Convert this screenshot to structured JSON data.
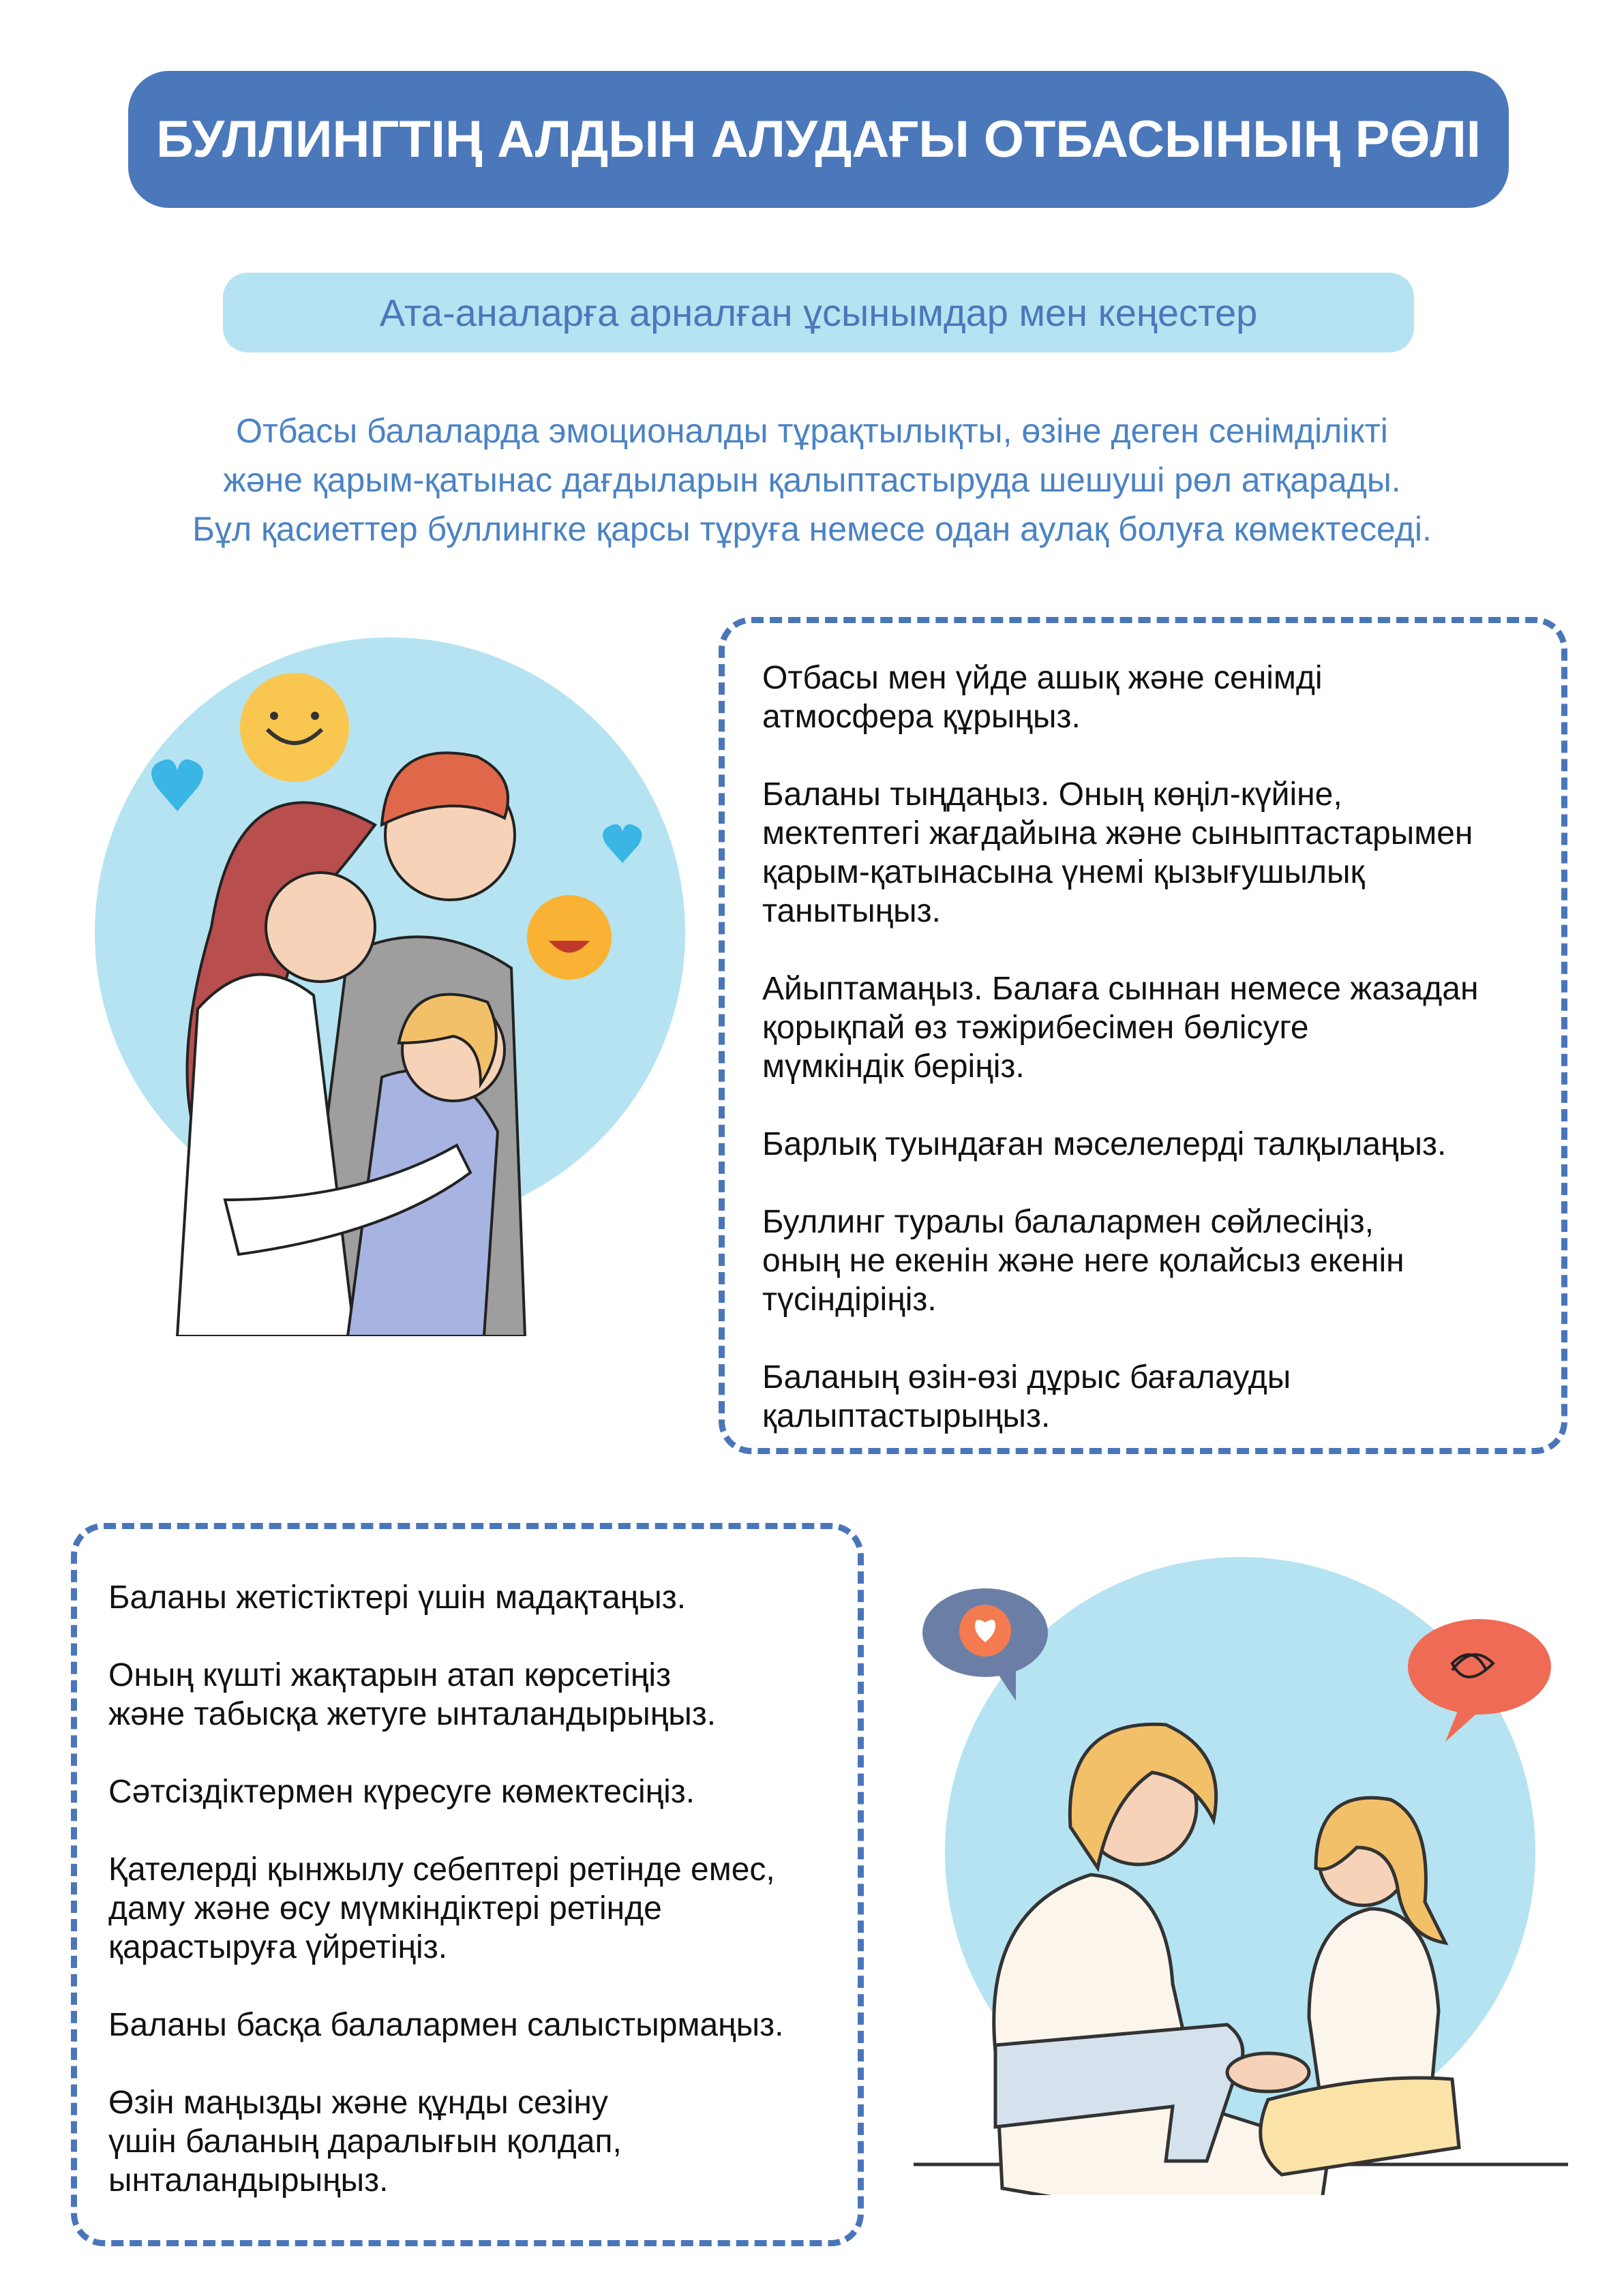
{
  "header": {
    "title": "БУЛЛИНГТІҢ  АЛДЫН АЛУДАҒЫ ОТБАСЫНЫҢ РӨЛІ",
    "subtitle": "Ата-аналарға арналған ұсынымдар мен кеңестер"
  },
  "intro": {
    "lines": [
      "Отбасы балаларда эмоционалды тұрақтылықты, өзіне деген сенімділікті",
      "және қарым-қатынас дағдыларын қалыптастыруда шешуші рөл атқарады.",
      "Бұл қасиеттер буллингке қарсы тұруға немесе одан аулақ болуға көмектеседі."
    ]
  },
  "tips_top": [
    "Отбасы мен үйде ашық және сенімді\nатмосфера құрыңыз.",
    "Баланы тыңдаңыз. Оның көңіл-күйіне,\nмектептегі жағдайына және сыныптастарымен\nқарым-қатынасына үнемі қызығушылық\nтанытыңыз.",
    "Айыптамаңыз. Балаға сыннан немесе жазадан\nқорықпай өз тәжірибесімен бөлісуге\nмүмкіндік беріңіз.",
    "Барлық туындаған мәселелерді талқылаңыз.",
    "Буллинг туралы балалармен сөйлесіңіз,\nоның не екенін және неге қолайсыз екенін\nтүсіндіріңіз.",
    "Баланың өзін-өзі дұрыс бағалауды\nқалыптастырыңыз."
  ],
  "tips_bottom": [
    "Баланы жетістіктері үшін мадақтаңыз.",
    "Оның күшті жақтарын атап көрсетіңіз\nжәне табысқа жетуге ынталандырыңыз.",
    "Сәтсіздіктермен күресуге көмектесіңіз.",
    "Қателерді қынжылу себептері ретінде емес,\nдаму және өсу мүмкіндіктері ретінде\nқарастыруға үйретіңіз.",
    "Баланы басқа балалармен салыстырмаңыз.",
    "Өзін маңызды және құнды сезіну\nүшін баланың даралығын қолдап,\nынталандырыңыз."
  ],
  "colors": {
    "primary": "#4b77bb",
    "light": "#b5e3f1",
    "intro_text": "#4b83c4"
  }
}
